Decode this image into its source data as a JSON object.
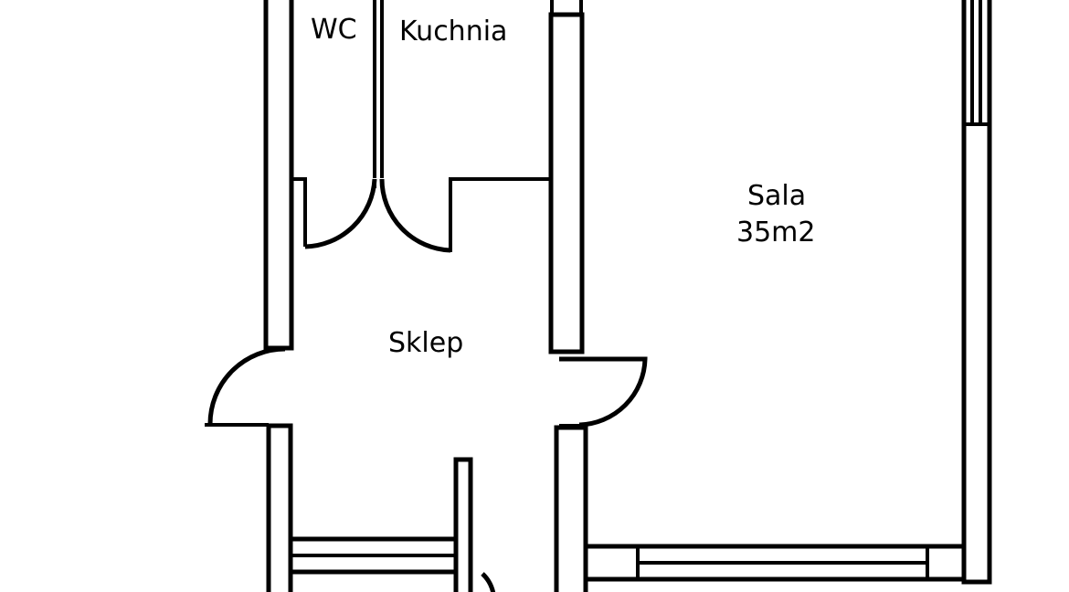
{
  "rooms": {
    "wc": "WC",
    "kitchen": "Kuchnia",
    "hall": "Sala",
    "hall_area": "35m2",
    "shop": "Sklep"
  },
  "colors": {
    "line": "#000000",
    "background": "#ffffff"
  }
}
